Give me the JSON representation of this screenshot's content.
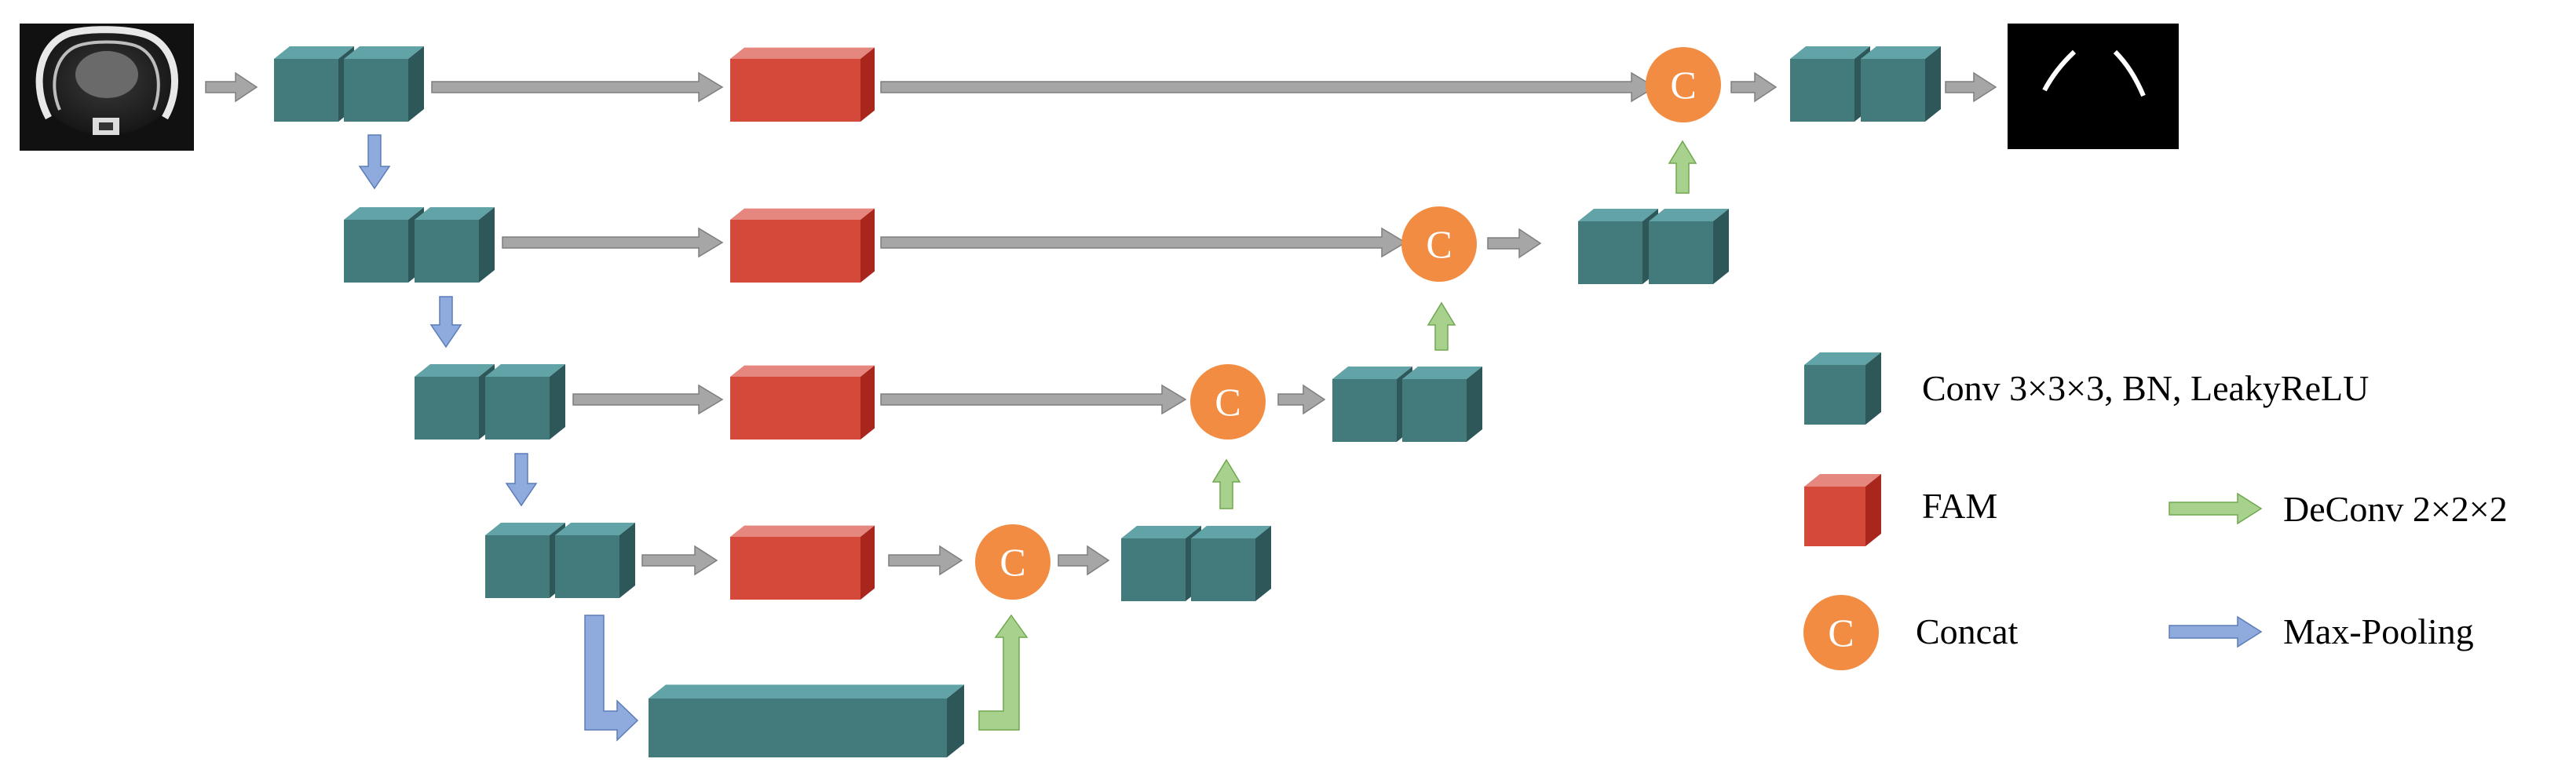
{
  "colors": {
    "conv_front": "#437A7C",
    "conv_top": "#61A3A6",
    "conv_side": "#2E5759",
    "fam_front": "#D5493A",
    "fam_top": "#E5877E",
    "fam_side": "#A8261B",
    "concat": "#F28C42",
    "skip_arrow": "#A6A6A6",
    "deconv_arrow": "#A9D18E",
    "pool_arrow": "#8FAADC"
  },
  "icons": {
    "input": "ct-slice-image",
    "output": "segmentation-mask-image"
  },
  "concat_symbol": "C",
  "legend": {
    "conv": "Conv 3×3×3, BN, LeakyReLU",
    "fam": "FAM",
    "concat": "Concat",
    "deconv": "DeConv 2×2×2",
    "pool": "Max-Pooling"
  }
}
